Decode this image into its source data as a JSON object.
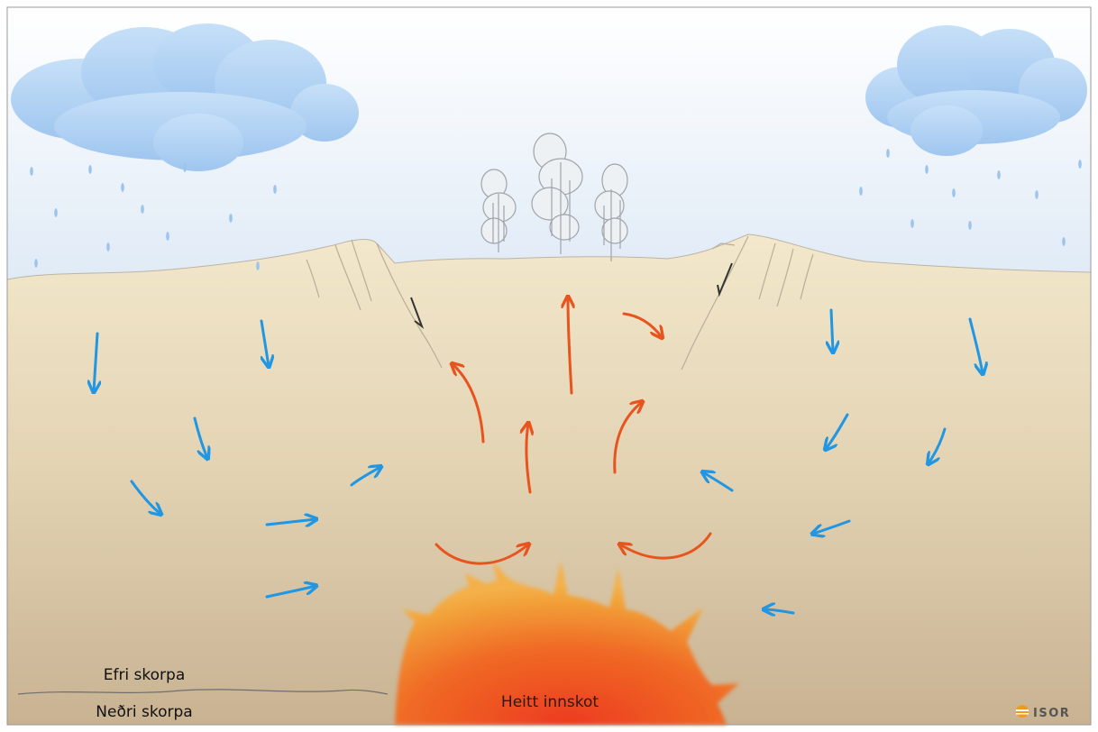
{
  "labels": {
    "upper_crust": "Efri skorpa",
    "lower_crust": "Neðri skorpa",
    "intrusion": "Heitt innskot",
    "logo_text": "ISOR"
  },
  "colors": {
    "sky_top": "#ffffff",
    "sky_bottom": "#dfeaf6",
    "ground_top": "#f3e8cc",
    "ground_bottom": "#c8b292",
    "cold_water": "#2196e3",
    "hot_water": "#e8541e",
    "intrusion_inner": "#f2a33a",
    "intrusion_outer": "#ec3b1f",
    "cloud": "#a9cdf3",
    "rain": "#9cc4ec",
    "outline": "#888888"
  },
  "icons": {
    "cloud": "cloud-icon",
    "rain": "raindrop-icon",
    "steam": "steam-icon",
    "logo": "isor-logo"
  }
}
